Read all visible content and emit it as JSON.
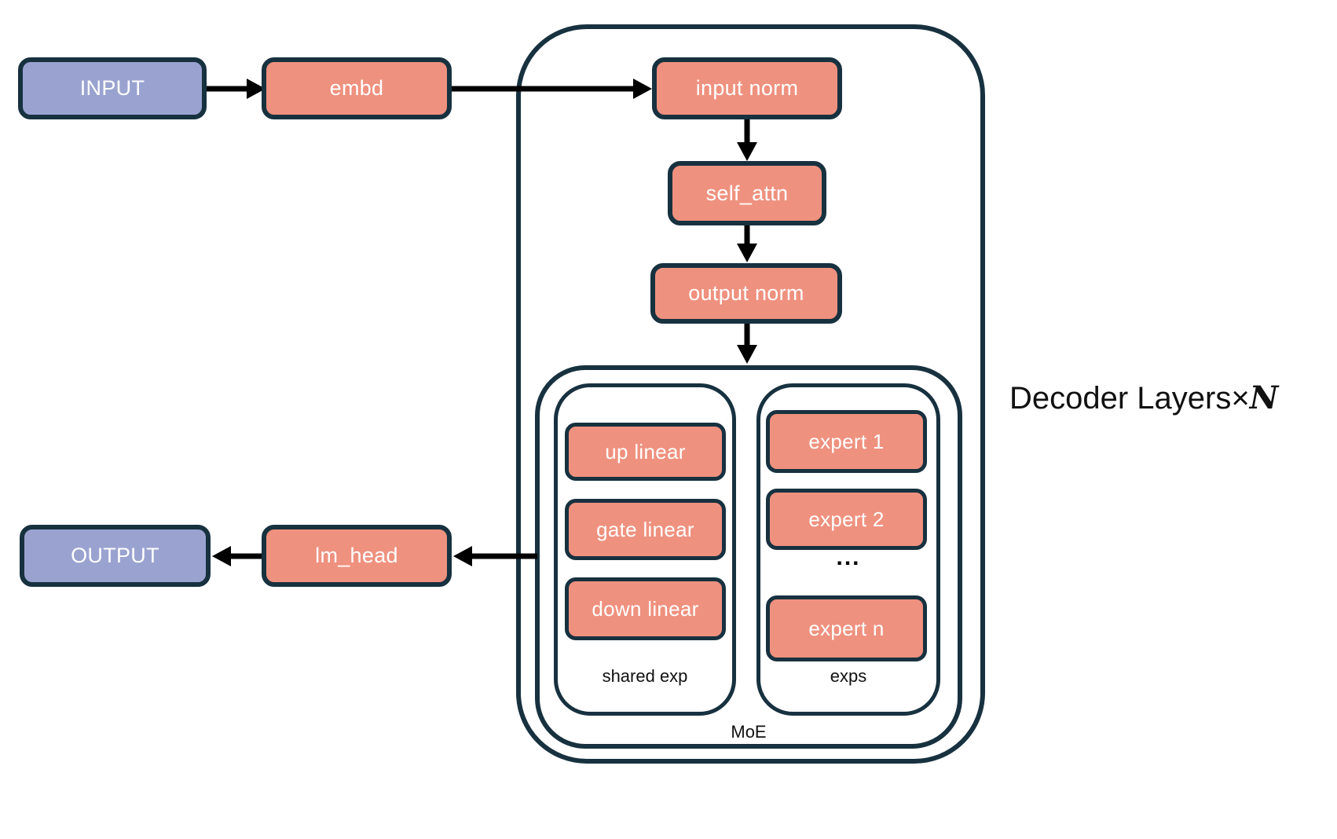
{
  "diagram": {
    "flow": {
      "input": "INPUT",
      "embd": "embd",
      "input_norm": "input norm",
      "self_attn": "self_attn",
      "output_norm": "output norm",
      "lm_head": "lm_head",
      "output": "OUTPUT"
    },
    "decoder": {
      "label_prefix": "Decoder Layers",
      "label_times": "×",
      "label_n": "N"
    },
    "moe": {
      "label": "MoE",
      "shared_exp": {
        "label": "shared exp",
        "boxes": [
          "up linear",
          "gate linear",
          "down linear"
        ]
      },
      "exps": {
        "label": "exps",
        "boxes": [
          "expert 1",
          "expert 2",
          "expert n"
        ],
        "ellipsis": "..."
      }
    },
    "colors": {
      "node_fill_salmon": "#EF917F",
      "node_fill_purple": "#9AA3D0",
      "outline_navy": "#17313F",
      "arrow_black": "#000000"
    }
  }
}
